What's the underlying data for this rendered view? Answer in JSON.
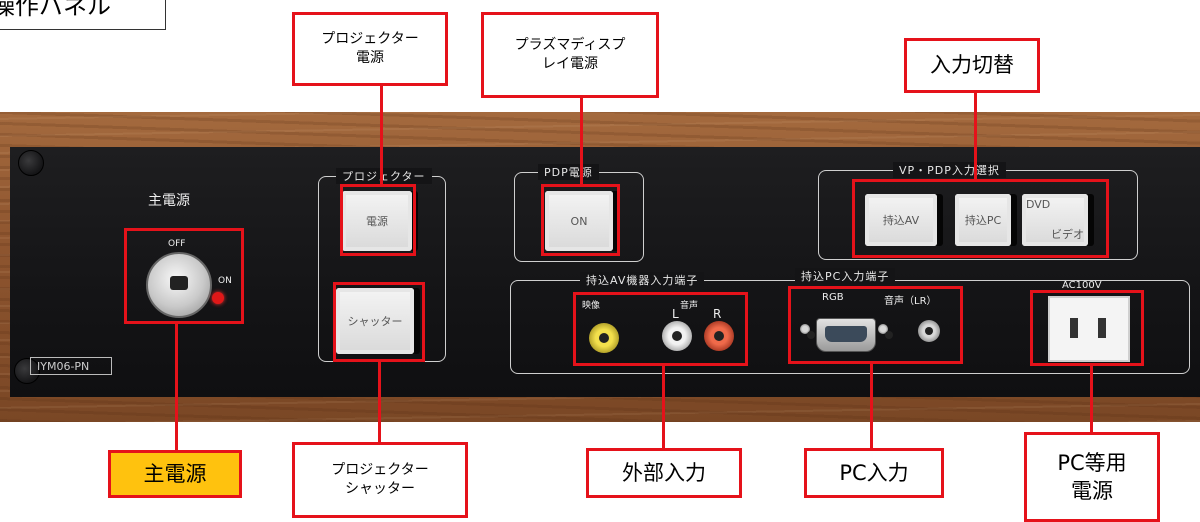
{
  "header": {
    "title": "操作パネル"
  },
  "panel": {
    "main_power_label": "主電源",
    "key_off": "OFF",
    "key_on": "ON",
    "model": "IYM06-PN",
    "projector_group": "プロジェクター",
    "projector_power_btn": "電源",
    "projector_shutter_btn": "シャッター",
    "pdp_group": "PDP電源",
    "pdp_on_btn": "ON",
    "input_select_group": "VP・PDP入力選択",
    "input_buttons": [
      "持込AV",
      "持込PC",
      "DVD",
      "ビデオ"
    ],
    "av_input_group": "持込AV機器入力端子",
    "av_video": "映像",
    "av_audio": "音声",
    "av_left": "L",
    "av_right": "R",
    "pc_input_group": "持込PC入力端子",
    "pc_rgb": "RGB",
    "pc_audio": "音声（LR）",
    "ac_label": "AC100V"
  },
  "callouts": {
    "projector_power": [
      "プロジェクター",
      "電源"
    ],
    "pdp_power": [
      "プラズマディスプ",
      "レイ電源"
    ],
    "input_switch": "入力切替",
    "main_power": "主電源",
    "projector_shutter": [
      "プロジェクター",
      "シャッター"
    ],
    "external_input": "外部入力",
    "pc_input": "PC入力",
    "pc_power": [
      "PC等用",
      "電源"
    ]
  },
  "colors": {
    "highlight": "#e5121a",
    "main_power_callout": "#ffc20e",
    "panel": "#141416",
    "wood": "#8f5630"
  }
}
